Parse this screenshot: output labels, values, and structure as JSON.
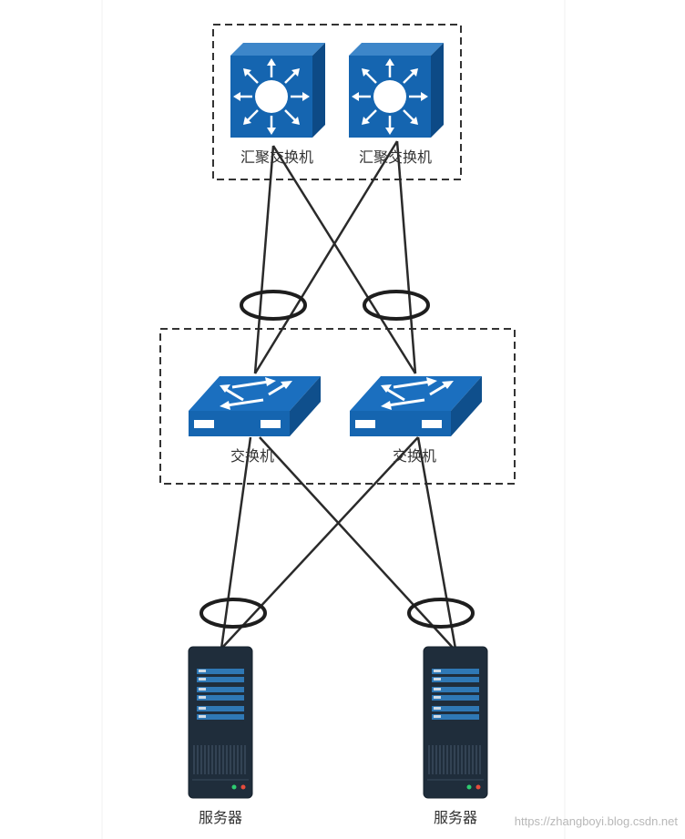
{
  "nodes": {
    "agg_switch_left": {
      "label": "汇聚交换机",
      "icon": "layer3-switch-icon"
    },
    "agg_switch_right": {
      "label": "汇聚交换机",
      "icon": "layer3-switch-icon"
    },
    "switch_left": {
      "label": "交换机",
      "icon": "workgroup-switch-icon"
    },
    "switch_right": {
      "label": "交换机",
      "icon": "workgroup-switch-icon"
    },
    "server_left": {
      "label": "服务器",
      "icon": "server-tower-icon"
    },
    "server_right": {
      "label": "服务器",
      "icon": "server-tower-icon"
    }
  },
  "groups": [
    "aggregation-layer-group",
    "access-layer-group"
  ],
  "links": [
    [
      "agg_switch_left",
      "switch_left"
    ],
    [
      "agg_switch_left",
      "switch_right"
    ],
    [
      "agg_switch_right",
      "switch_left"
    ],
    [
      "agg_switch_right",
      "switch_right"
    ],
    [
      "switch_left",
      "server_left"
    ],
    [
      "switch_left",
      "server_right"
    ],
    [
      "switch_right",
      "server_left"
    ],
    [
      "switch_right",
      "server_right"
    ]
  ],
  "link_bundles": [
    "bundle-switch-left-uplinks",
    "bundle-switch-right-uplinks",
    "bundle-server-left-links",
    "bundle-server-right-links"
  ],
  "colors": {
    "device_blue": "#1565b0",
    "device_dark_blue": "#0f4f8c",
    "server_body": "#1f2d3b",
    "server_slot": "#2f78b5",
    "line": "#2a2a2a"
  },
  "watermark": "https://zhangboyi.blog.csdn.net"
}
